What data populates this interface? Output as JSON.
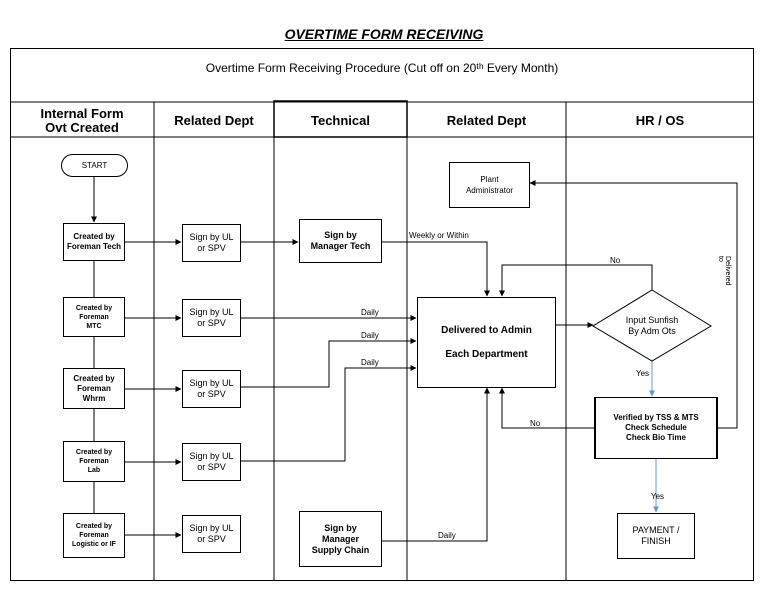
{
  "title": "OVERTIME FORM RECEIVING",
  "subtitle": "Overtime Form Receiving Procedure (Cut off on 20ᵗʰ Every Month)",
  "columns": [
    "Internal Form\nOvt Created",
    "Related Dept",
    "Technical",
    "Related Dept",
    "HR / OS"
  ],
  "nodes": {
    "start": "START",
    "created_foreman_tech": "Created by\nForeman Tech",
    "created_foreman_mtc": "Created by\nForeman\nMTC",
    "created_foreman_whrm": "Created by\nForeman\nWhrm",
    "created_foreman_lab": "Created by\nForeman\nLab",
    "created_foreman_logistic": "Created by\nForeman\nLogistic or IF",
    "sign_ul_1": "Sign by UL\nor SPV",
    "sign_ul_2": "Sign by UL\nor SPV",
    "sign_ul_3": "Sign by UL\nor SPV",
    "sign_ul_4": "Sign by UL\nor SPV",
    "sign_ul_5": "Sign by UL\nor SPV",
    "sign_manager_tech": "Sign by\nManager Tech",
    "sign_manager_supply": "Sign by\nManager\nSupply Chain",
    "plant_admin": "Plant\nAdministrator",
    "delivered_admin": "Delivered to Admin\n\nEach Department",
    "input_sunfish": "Input Sunfish\nBy Adm Ots",
    "verified": "Verified by TSS & MTS\nCheck Schedule\nCheck Bio Time",
    "payment": "PAYMENT /\nFINISH"
  },
  "edge_labels": {
    "weekly": "Weekly or Within",
    "daily1": "Daily",
    "daily2": "Daily",
    "daily3": "Daily",
    "daily4": "Daily",
    "no_top": "No",
    "no_bottom": "No",
    "yes1": "Yes",
    "yes2": "Yes",
    "delivered_to": "Delivered to"
  },
  "colors": {
    "line": "#000000",
    "yes_arrow": "#5b9bd5"
  }
}
